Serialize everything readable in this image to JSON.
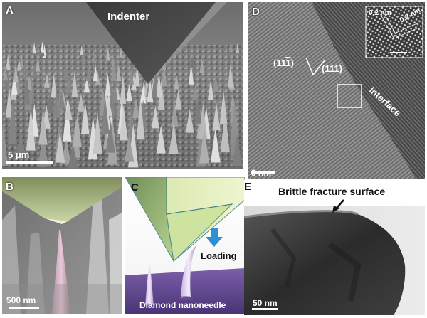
{
  "panels": {
    "a": {
      "label": "A",
      "indenter_label": "Indenter",
      "scalebar": "5 μm"
    },
    "b": {
      "label": "B",
      "scalebar": "500 nm"
    },
    "c": {
      "label": "C",
      "loading_label": "Loading",
      "needle_label": "Diamond nanoneedle"
    },
    "d": {
      "label": "D",
      "plane1_pre": "(11",
      "plane1_bar": "1",
      "plane1_post": ")",
      "plane2_pre": "(1",
      "plane2_bar": "1",
      "plane2_post": "1)",
      "inset_spacing1": "0.2 nm",
      "inset_spacing2": "0.2 nm",
      "interface_label": "interface",
      "scalebar": "3 nm"
    },
    "e": {
      "label": "E",
      "fracture_label": "Brittle fracture surface",
      "scalebar": "50 nm"
    }
  },
  "colors": {
    "loading_arrow": "#2e8fd3",
    "substrate": "#5b3f86",
    "indenter_tip": "#cfe3a0"
  }
}
